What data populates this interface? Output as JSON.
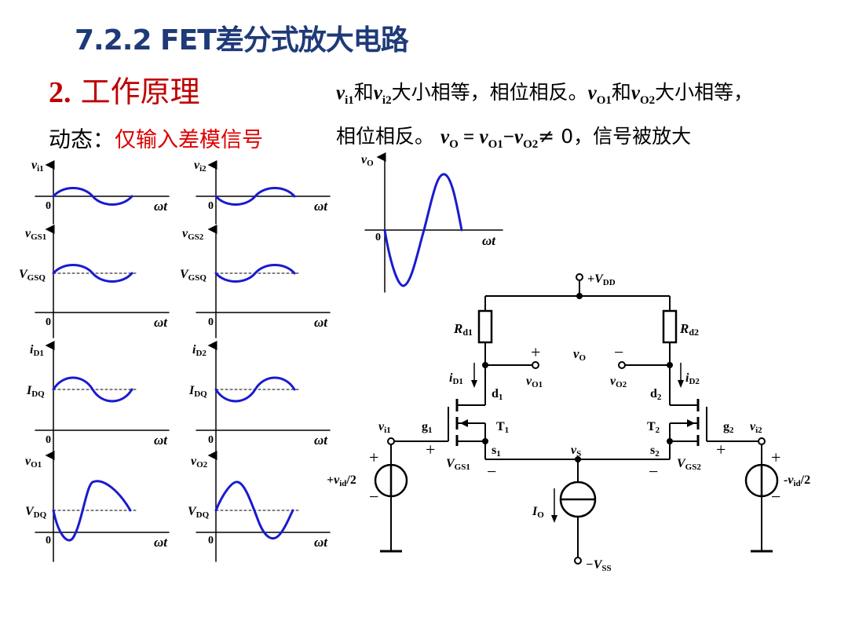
{
  "slide": {
    "title": "7.2.2  FET差分式放大电路",
    "subtitle_num": "2.",
    "subtitle_text": "工作原理",
    "dynamic_label": "动态：",
    "dynamic_value": "仅输入差模信号",
    "description_parts": {
      "p1": "和",
      "p2": "大小相等，相位相反。",
      "p3": "和",
      "p4": "大小相等，",
      "p5": "相位相反。 ",
      "p6": "≠ 0，信号被放大"
    }
  },
  "waveforms": {
    "axis_origin": "0",
    "axis_x": "ωt",
    "labels": [
      "vi1",
      "vi2",
      "vGS1",
      "vGS2",
      "iD1",
      "iD2",
      "vO1",
      "vO2"
    ],
    "levels": [
      "VGSQ",
      "IDQ",
      "VDQ"
    ]
  },
  "circuit": {
    "vdd": "+VDD",
    "vss": "−VSS",
    "rd1": "Rd1",
    "rd2": "Rd2",
    "t1": "T1",
    "t2": "T2",
    "io": "IO",
    "src_left": "+vid/2",
    "src_right": "-vid/2"
  },
  "colors": {
    "title": "#1f3a78",
    "accent_red": "#c00000",
    "wave_blue": "#1a1ad0"
  }
}
